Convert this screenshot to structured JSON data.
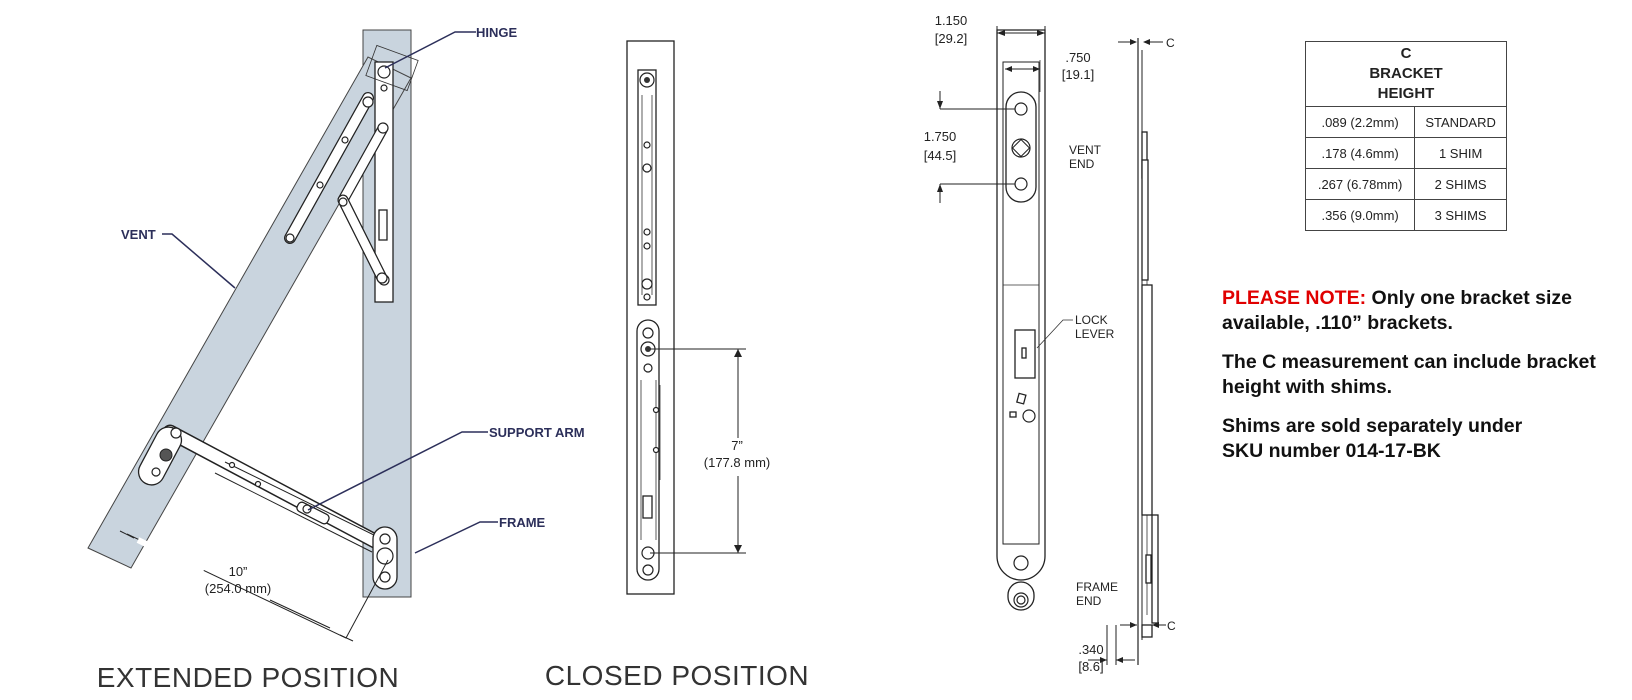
{
  "labels": {
    "hinge": "HINGE",
    "vent": "VENT",
    "support_arm": "SUPPORT ARM",
    "frame": "FRAME",
    "extended_dim_in": "10”",
    "extended_dim_mm": "(254.0 mm)",
    "extended_caption": "EXTENDED POSITION",
    "closed_dim_in": "7”",
    "closed_dim_mm": "(177.8 mm)",
    "closed_caption": "CLOSED POSITION"
  },
  "detail": {
    "w_top_in": "1.150",
    "w_top_mm": "[29.2]",
    "w_inner_in": ".750",
    "w_inner_mm": "[19.1]",
    "h_holes_in": "1.750",
    "h_holes_mm": "[44.5]",
    "vent_end_1": "VENT",
    "vent_end_2": "END",
    "lock_1": "LOCK",
    "lock_2": "LEVER",
    "frame_end_1": "FRAME",
    "frame_end_2": "END",
    "bottom_in": ".340",
    "bottom_mm": "[8.6]",
    "c_top": "C",
    "c_bottom": "C"
  },
  "table": {
    "header_1": "C",
    "header_2": "BRACKET",
    "header_3": "HEIGHT",
    "rows": [
      {
        "size": ".089 (2.2mm)",
        "shims": "STANDARD"
      },
      {
        "size": ".178 (4.6mm)",
        "shims": "1 SHIM"
      },
      {
        "size": ".267 (6.78mm)",
        "shims": "2 SHIMS"
      },
      {
        "size": ".356 (9.0mm)",
        "shims": "3 SHIMS"
      }
    ]
  },
  "notes": {
    "note_prefix": "PLEASE NOTE:",
    "note_1a": " Only one bracket size",
    "note_1b": "available, .110” brackets.",
    "note_2a": "The C measurement can include bracket",
    "note_2b": "height with shims.",
    "note_3a": "Shims are sold separately under",
    "note_3b": "SKU number 014-17-BK"
  },
  "colors": {
    "vent_fill": "#c9d4de",
    "label_navy": "#2c2f5a",
    "note_red": "#e00000"
  }
}
